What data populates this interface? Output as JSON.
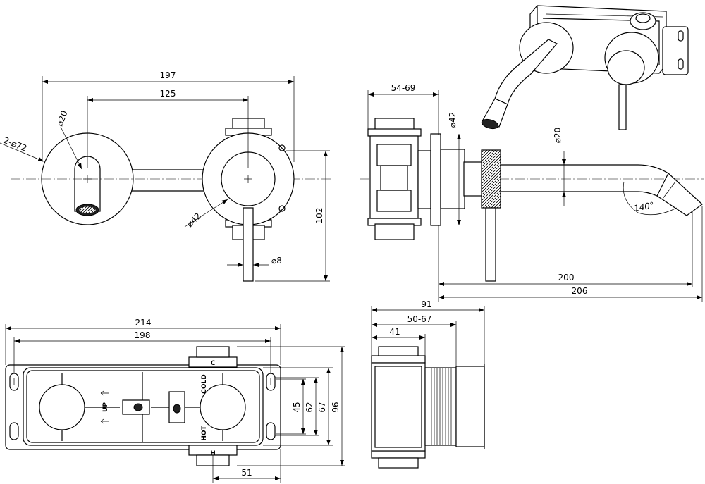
{
  "front_view": {
    "dims": {
      "overall_width": "197",
      "center_spacing": "125",
      "spout_dia": "⌀20",
      "plate_dia": "2-⌀72",
      "handle_dia": "⌀42",
      "lever_dia": "⌀8",
      "height": "102"
    }
  },
  "side_view": {
    "dims": {
      "wall_depth": "54-69",
      "escutcheon_dia": "⌀42",
      "spout_dia": "⌀20",
      "angle": "140°",
      "reach_inner": "200",
      "reach_outer": "206"
    }
  },
  "body_front_view": {
    "dims": {
      "overall_length": "214",
      "hole_spacing": "198",
      "height_a": "45",
      "height_b": "62",
      "height_c": "67",
      "height_d": "96",
      "offset": "51"
    },
    "labels": {
      "cold": "COLD",
      "hot": "HOT",
      "c_mark": "C",
      "h_mark": "H",
      "up": "UP"
    }
  },
  "body_side_view": {
    "dims": {
      "overall_depth": "91",
      "adjust_range": "50-67",
      "body_depth": "41"
    }
  }
}
